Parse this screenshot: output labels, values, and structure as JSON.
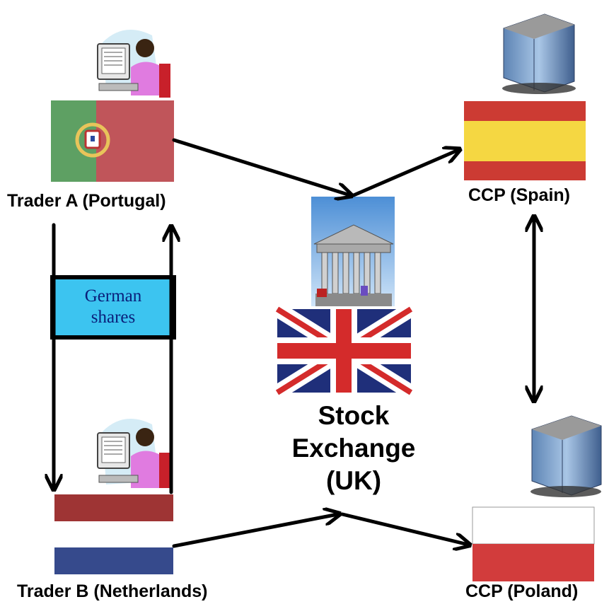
{
  "trader_a": {
    "label": "Trader A (Portugal)",
    "flag": "portugal"
  },
  "trader_b": {
    "label": "Trader B (Netherlands)",
    "flag": "netherlands"
  },
  "ccp_spain": {
    "label": "CCP (Spain)",
    "flag": "spain"
  },
  "ccp_poland": {
    "label": "CCP (Poland)",
    "flag": "poland"
  },
  "exchange": {
    "line1": "Stock",
    "line2": "Exchange",
    "line3": "(UK)",
    "flag": "united-kingdom"
  },
  "shares_box": {
    "line1": "German",
    "line2": "shares"
  },
  "icons": [
    "trader-at-computer-icon",
    "office-building-icon",
    "stock-exchange-building-icon"
  ],
  "colors": {
    "portugal_green": "#5ea063",
    "portugal_red": "#c0555a",
    "spain_red": "#cc3b33",
    "spain_yellow": "#f5d742",
    "nl_red": "#9e3434",
    "nl_blue": "#364a8c",
    "poland_red": "#d23c3c",
    "uk_blue": "#1f2f7a",
    "uk_red": "#d42b2b",
    "shares_fill": "#3cc4f0"
  }
}
